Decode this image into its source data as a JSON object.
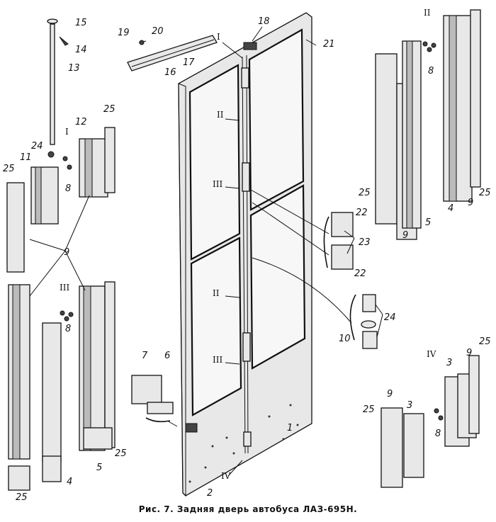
{
  "caption": "Рис. 7. Задняя дверь автобуса ЛАЗ-695Н.",
  "callouts": {
    "n1": "1",
    "n2": "2",
    "n3a": "3",
    "n3b": "3",
    "n4a": "4",
    "n4b": "4",
    "n5a": "5",
    "n5b": "5",
    "n6": "6",
    "n7": "7",
    "n8a": "8",
    "n8b": "8",
    "n8c": "8",
    "n8d": "8",
    "n9a": "9",
    "n9b": "9",
    "n9c": "9",
    "n9d": "9",
    "n9e": "9",
    "n10": "10",
    "n11": "11",
    "n12": "12",
    "n13": "13",
    "n14": "14",
    "n15": "15",
    "n16": "16",
    "n17": "17",
    "n18": "18",
    "n19": "19",
    "n20": "20",
    "n21": "21",
    "n22a": "22",
    "n22b": "22",
    "n23": "23",
    "n24a": "24",
    "n24b": "24",
    "n25a": "25",
    "n25b": "25",
    "n25c": "25",
    "n25d": "25",
    "n25e": "25",
    "n25f": "25",
    "n25g": "25"
  },
  "section_marks": {
    "door_I": "I",
    "door_II_top": "II",
    "door_III_top": "III",
    "door_II_bot": "II",
    "door_III_bot": "III",
    "door_IV": "IV",
    "group_I": "I",
    "group_II": "II",
    "group_III": "III",
    "group_IV": "IV"
  }
}
